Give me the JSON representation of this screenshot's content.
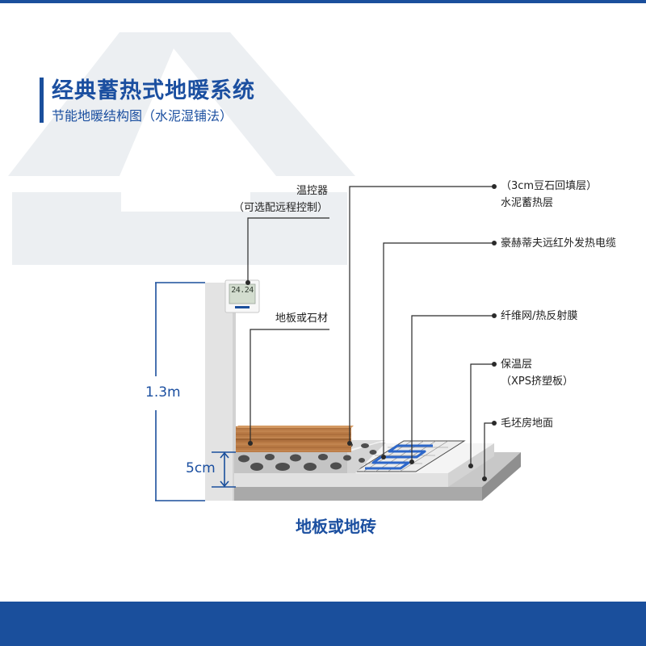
{
  "header": {
    "title": "经典蓄热式地暖系统",
    "subtitle": "节能地暖结构图（水泥湿铺法）"
  },
  "dimensions": {
    "wall_height": "1.3m",
    "slab_thickness": "5cm"
  },
  "labels": {
    "thermostat_line1": "温控器",
    "thermostat_line2": "（可选配远程控制）",
    "floor_material": "地板或石材",
    "cement_layer_line1": "（3cm豆石回填层）",
    "cement_layer_line2": "水泥蓄热层",
    "heating_cable": "豪赫蒂夫远红外发热电缆",
    "reflective_film": "纤维网/热反射膜",
    "insulation_line1": "保温层",
    "insulation_line2": "（XPS挤塑板）",
    "subfloor": "毛坯房地面"
  },
  "thermostat": {
    "display_reading": "24.24"
  },
  "caption": "地板或地砖",
  "colors": {
    "brand_blue": "#1a4f9c",
    "wood": "#b97a45",
    "concrete": "#c8c8c8",
    "wall": "#e3e3e3",
    "cable": "#2d67c9"
  }
}
